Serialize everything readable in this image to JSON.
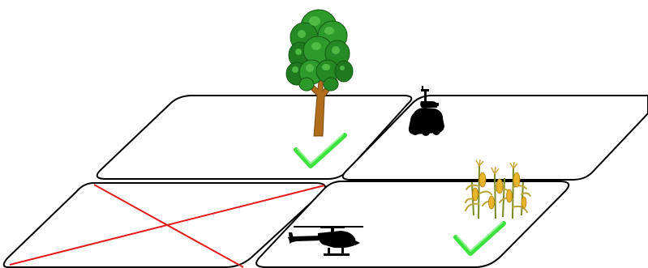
{
  "scene": {
    "tiles": [
      {
        "position": "back-left",
        "marker": "check",
        "object": "tree"
      },
      {
        "position": "back-right",
        "marker": "none",
        "object": "ground-robot"
      },
      {
        "position": "front-left",
        "marker": "cross",
        "object": "none"
      },
      {
        "position": "front-right",
        "marker": "check",
        "object": "crops-and-helicopter"
      }
    ],
    "objects": [
      "tree",
      "ground-robot",
      "corn-crops",
      "helicopter"
    ]
  },
  "colors": {
    "tile_fill": "#ffffff",
    "tile_stroke": "#000000",
    "cross": "#e21b1b",
    "check": "#3be23b",
    "check_highlight": "#8ff58f",
    "silhouette": "#000000",
    "tree_trunk": "#b06d1c",
    "tree_trunk_shadow": "#7a4a10",
    "foliage_dark": "#1f7a1f",
    "foliage_mid": "#2e9a2b",
    "foliage_light": "#56c24a",
    "corn_stalk": "#7a8a22",
    "corn_leaf": "#b8a436",
    "corn_cob": "#e8b52a",
    "corn_tassel": "#caa53a"
  }
}
